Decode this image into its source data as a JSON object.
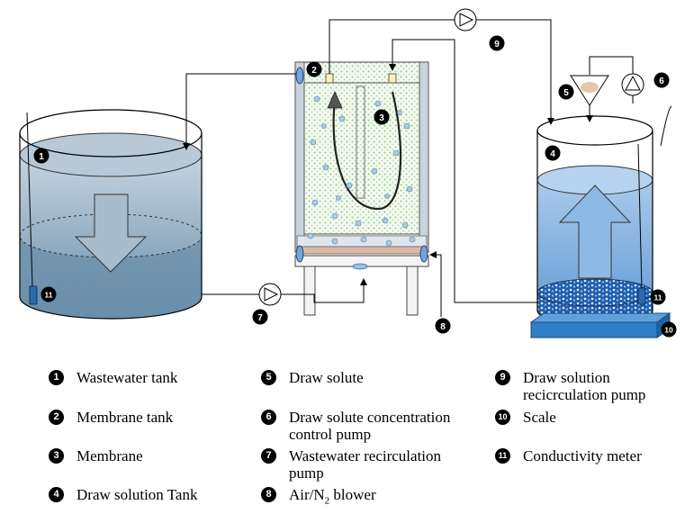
{
  "badges": {
    "wastewater_tank": "1",
    "membrane_tank": "2",
    "membrane": "3",
    "draw_solution_tank": "4",
    "draw_solute": "5",
    "draw_solute_pump": "6",
    "wastewater_pump": "7",
    "blower": "8",
    "draw_solution_pump": "9",
    "scale": "10",
    "conductivity_meter": "11"
  },
  "legend": [
    {
      "num": "1",
      "text": "Wastewater tank"
    },
    {
      "num": "2",
      "text": "Membrane tank"
    },
    {
      "num": "3",
      "text": "Membrane"
    },
    {
      "num": "4",
      "text": "Draw solution Tank"
    },
    {
      "num": "5",
      "text": "Draw solute"
    },
    {
      "num": "6",
      "text": "Draw solute concentration\ncontrol pump"
    },
    {
      "num": "7",
      "text": "Wastewater recirculation\npump"
    },
    {
      "num": "8",
      "text": "Air/N",
      "sub": "2",
      "suffix": " blower"
    },
    {
      "num": "9",
      "text": "Draw solution\nrecicrculation pump"
    },
    {
      "num": "10",
      "text": "Scale"
    },
    {
      "num": "11",
      "text": "Conductivity meter"
    }
  ],
  "colors": {
    "wastewater_fill": "#7f9fb7",
    "wastewater_top": "#aabfcf",
    "draw_fill": "#6fa6df",
    "draw_top": "#a8c8ea",
    "scale_fill": "#2f7fc4",
    "membrane_dots": "#9fd29a",
    "bubble": "#9cc3df"
  }
}
